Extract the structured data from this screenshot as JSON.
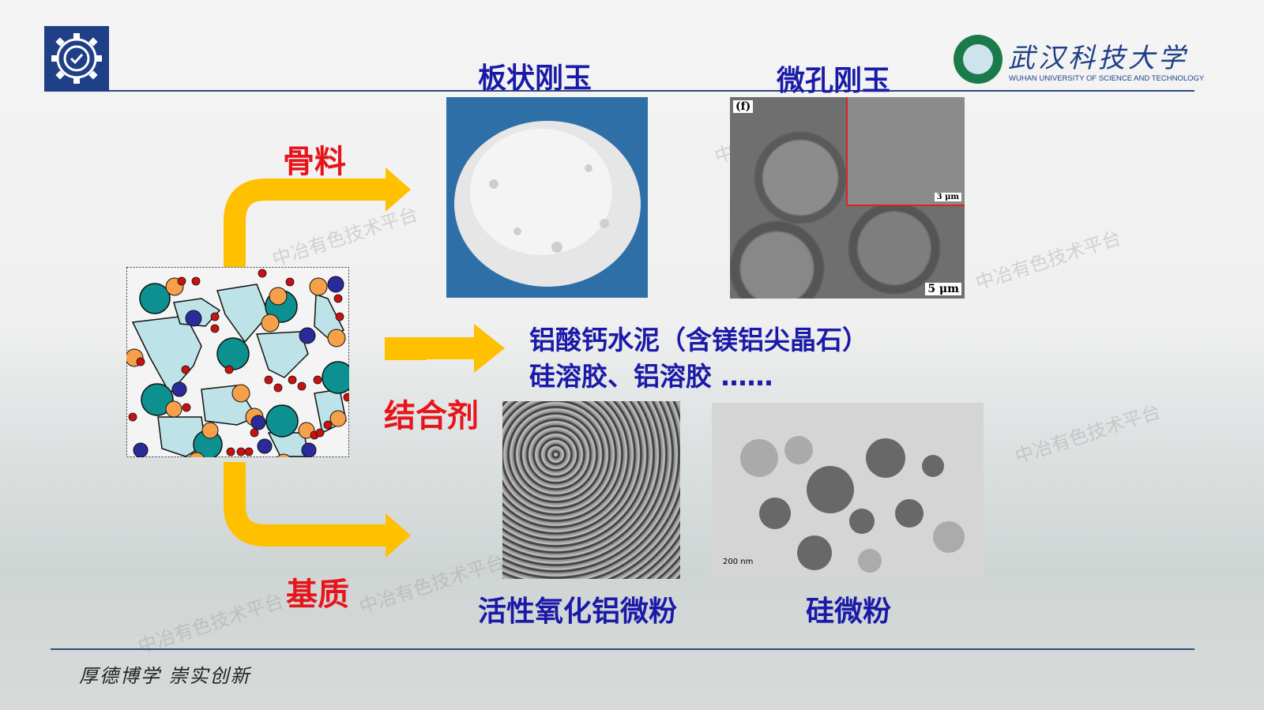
{
  "header": {
    "logo_icon": "gear-check-icon",
    "university_name_cn": "武汉科技大学",
    "university_name_en": "WUHAN UNIVERSITY OF SCIENCE AND TECHNOLOGY"
  },
  "aggregate": {
    "label": "骨料",
    "images": [
      {
        "title": "板状刚玉"
      },
      {
        "title": "微孔刚玉",
        "panel_label": "(f)",
        "inset_scale": "3 μm",
        "scale": "5 μm"
      }
    ]
  },
  "binder": {
    "label": "结合剂",
    "line1": "铝酸钙水泥（含镁铝尖晶石）",
    "line2": "硅溶胶、铝溶胶 ……"
  },
  "matrix": {
    "label": "基质",
    "images": [
      {
        "caption": "活性氧化铝微粉"
      },
      {
        "caption": "硅微粉",
        "scale": "200 nm"
      }
    ]
  },
  "footer": {
    "motto": "厚德博学 崇实创新"
  },
  "watermark": "中冶有色技术平台",
  "colors": {
    "arrow": "#ffc000",
    "title_blue": "#1a1aa8",
    "label_red": "#e8141b",
    "brand": "#1f3f86"
  }
}
